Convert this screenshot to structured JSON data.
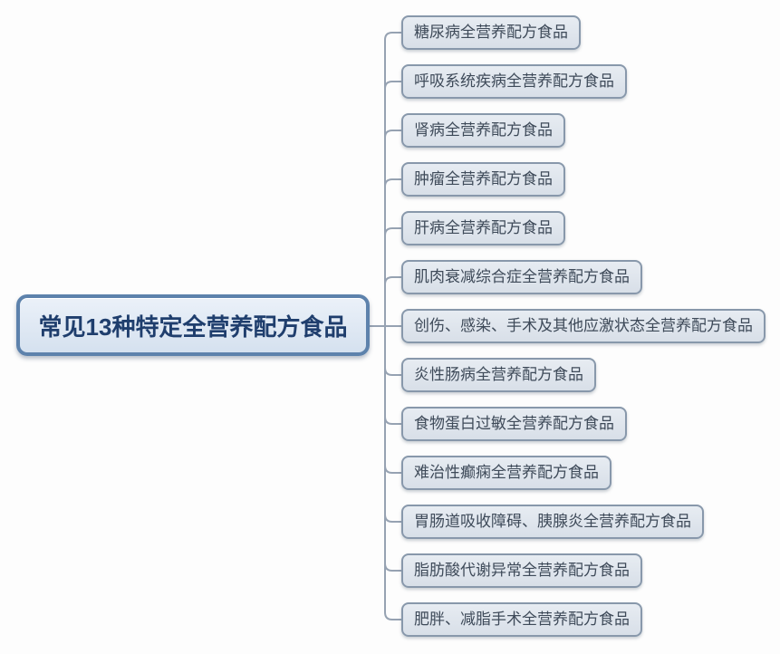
{
  "diagram": {
    "type": "mindmap",
    "root": {
      "label": "常见13种特定全营养配方食品"
    },
    "branches": [
      {
        "label": "糖尿病全营养配方食品"
      },
      {
        "label": "呼吸系统疾病全营养配方食品"
      },
      {
        "label": "肾病全营养配方食品"
      },
      {
        "label": "肿瘤全营养配方食品"
      },
      {
        "label": "肝病全营养配方食品"
      },
      {
        "label": "肌肉衰减综合症全营养配方食品"
      },
      {
        "label": "创伤、感染、手术及其他应激状态全营养配方食品"
      },
      {
        "label": "炎性肠病全营养配方食品"
      },
      {
        "label": "食物蛋白过敏全营养配方食品"
      },
      {
        "label": "难治性癫痫全营养配方食品"
      },
      {
        "label": "胃肠道吸收障碍、胰腺炎全营养配方食品"
      },
      {
        "label": "脂肪酸代谢异常全营养配方食品"
      },
      {
        "label": "肥胖、减脂手术全营养配方食品"
      }
    ],
    "colors": {
      "root_border": "#5d82ac",
      "root_fill": "#dde7f3",
      "root_text": "#1f3e6d",
      "branch_border": "#8898ab",
      "branch_fill": "#dfe4ec",
      "branch_text": "#3e4a59",
      "connector": "#96a2b2",
      "background": "#fdfdfd"
    }
  }
}
